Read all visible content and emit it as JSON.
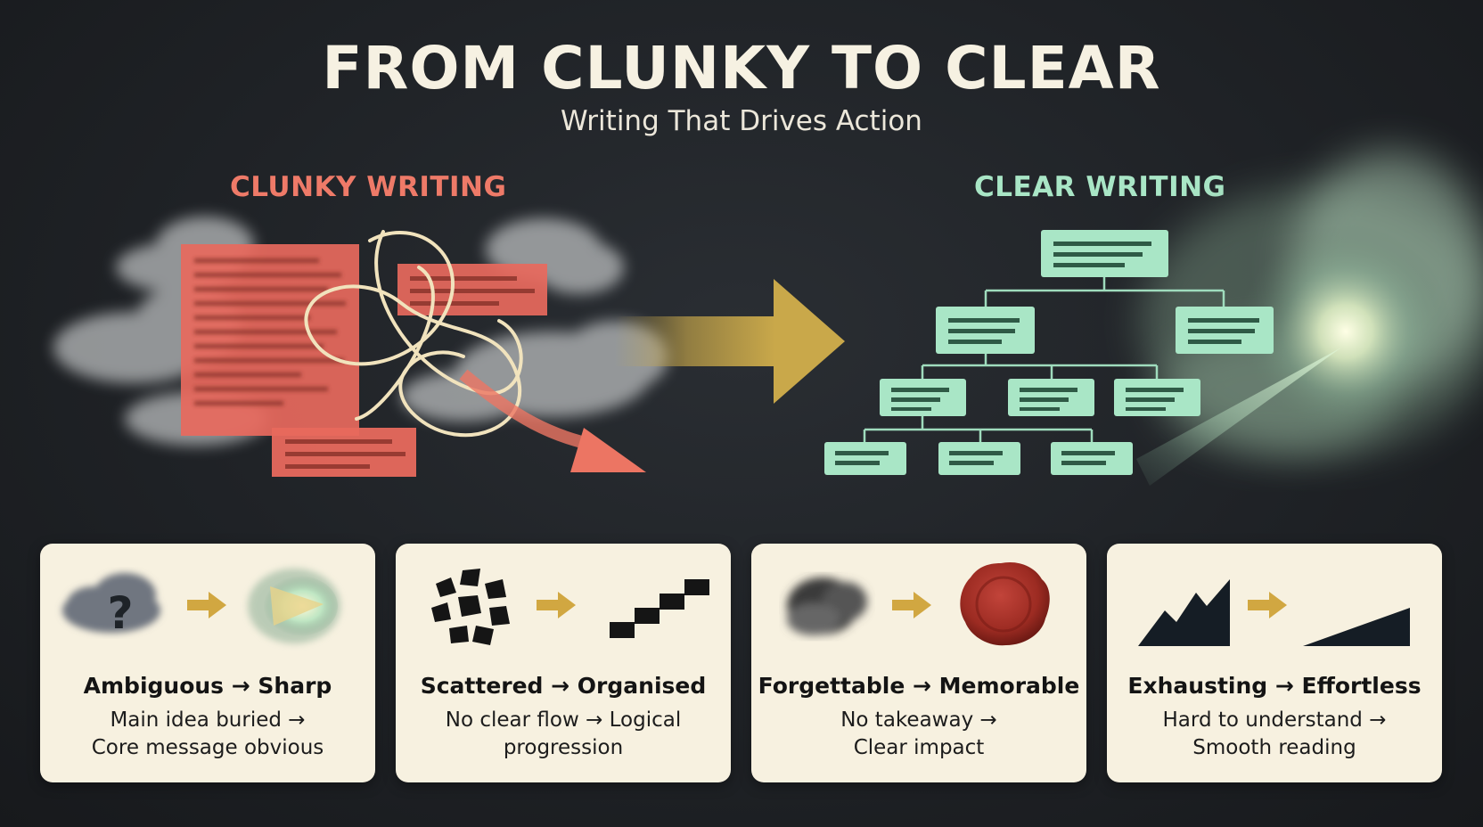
{
  "header": {
    "title": "FROM CLUNKY TO CLEAR",
    "subtitle": "Writing That Drives Action"
  },
  "clunky": {
    "label": "CLUNKY WRITING",
    "color": "#ee7a68"
  },
  "clear": {
    "label": "CLEAR WRITING",
    "color": "#a9e6c6"
  },
  "transition_arrow_color": "#c9a84a",
  "cards": [
    {
      "title": "Ambiguous → Sharp",
      "desc_line1": "Main idea buried →",
      "desc_line2": "Core message obvious",
      "icon_from": "question-cloud-icon",
      "icon_to": "clear-burst-icon"
    },
    {
      "title": "Scattered → Organised",
      "desc_line1": "No clear flow → Logical",
      "desc_line2": "progression",
      "icon_from": "scattered-pieces-icon",
      "icon_to": "ordered-steps-icon"
    },
    {
      "title": "Forgettable → Memorable",
      "desc_line1": "No takeaway →",
      "desc_line2": "Clear impact",
      "icon_from": "smoke-cloud-icon",
      "icon_to": "wax-seal-icon"
    },
    {
      "title": "Exhausting → Effortless",
      "desc_line1": "Hard to understand →",
      "desc_line2": "Smooth reading",
      "icon_from": "jagged-peaks-icon",
      "icon_to": "smooth-ramp-icon"
    }
  ]
}
